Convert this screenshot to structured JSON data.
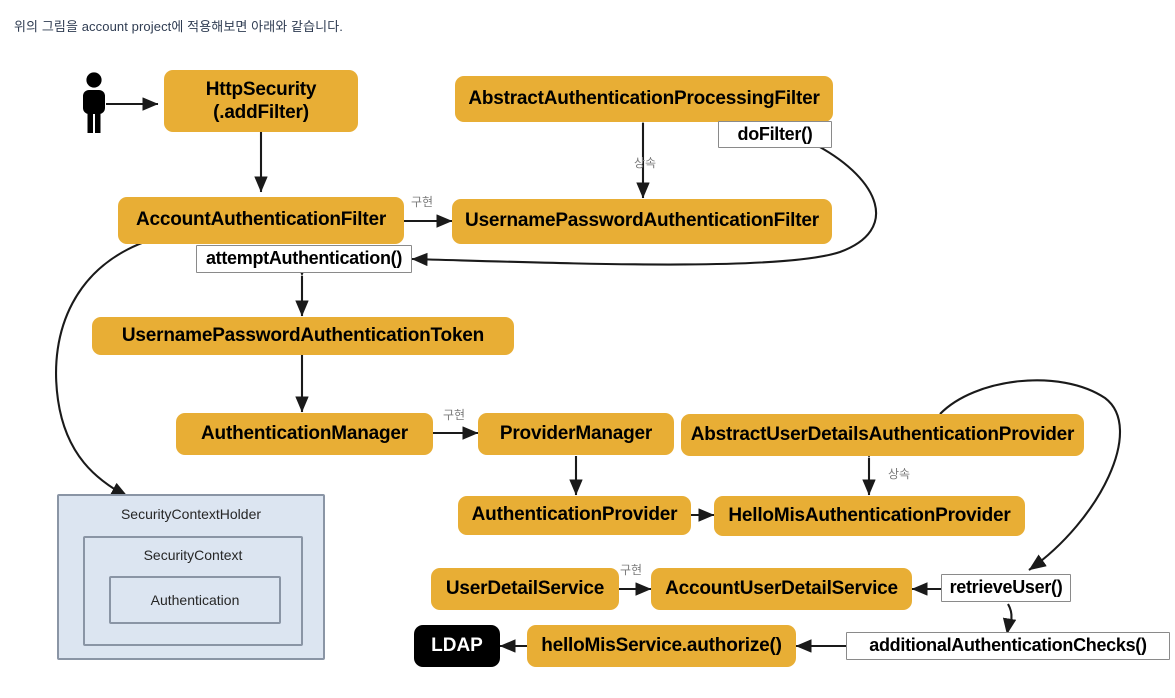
{
  "caption": "위의 그림을 account project에 적용해보면 아래와 같습니다.",
  "theme": {
    "node_fill": "#e8ae35",
    "node_text": "#000000",
    "method_fill": "#ffffff",
    "method_border": "#8a8a8a",
    "context_fill": "#dce5f1",
    "context_border": "#8a95a5",
    "ldap_fill": "#000000",
    "ldap_text": "#ffffff",
    "edge_color": "#1a1a1a",
    "edge_label_color": "#7a7a7a",
    "caption_color": "#2f3c52"
  },
  "actor": {
    "icon": "person-icon"
  },
  "nodes": {
    "http_security": {
      "line1": "HttpSecurity",
      "line2": "(.addFilter)"
    },
    "abstract_auth_processing_filter": {
      "label": "AbstractAuthenticationProcessingFilter"
    },
    "account_authentication_filter": {
      "label": "AccountAuthenticationFilter"
    },
    "username_password_authentication_filter": {
      "label": "UsernamePasswordAuthenticationFilter"
    },
    "username_password_authentication_token": {
      "label": "UsernamePasswordAuthenticationToken"
    },
    "authentication_manager": {
      "label": "AuthenticationManager"
    },
    "provider_manager": {
      "label": "ProviderManager"
    },
    "abstract_user_details_auth_provider": {
      "label": "AbstractUserDetailsAuthenticationProvider"
    },
    "authentication_provider": {
      "label": "AuthenticationProvider"
    },
    "hello_mis_authentication_provider": {
      "label": "HelloMisAuthenticationProvider"
    },
    "user_detail_service": {
      "label": "UserDetailService"
    },
    "account_user_detail_service": {
      "label": "AccountUserDetailService"
    },
    "hello_mis_service_authorize": {
      "label": "helloMisService.authorize()"
    },
    "ldap": {
      "label": "LDAP"
    }
  },
  "methods": {
    "do_filter": {
      "label": "doFilter()"
    },
    "attempt_authentication": {
      "label": "attemptAuthentication()"
    },
    "retrieve_user": {
      "label": "retrieveUser()"
    },
    "additional_authentication_checks": {
      "label": "additionalAuthenticationChecks()"
    }
  },
  "context": {
    "holder": {
      "label": "SecurityContextHolder"
    },
    "context": {
      "label": "SecurityContext"
    },
    "authentication": {
      "label": "Authentication"
    }
  },
  "edge_labels": {
    "implements_filter": "구현",
    "inherits_filter": "상속",
    "implements_manager": "구현",
    "inherits_provider": "상속",
    "implements_service": "구현"
  }
}
